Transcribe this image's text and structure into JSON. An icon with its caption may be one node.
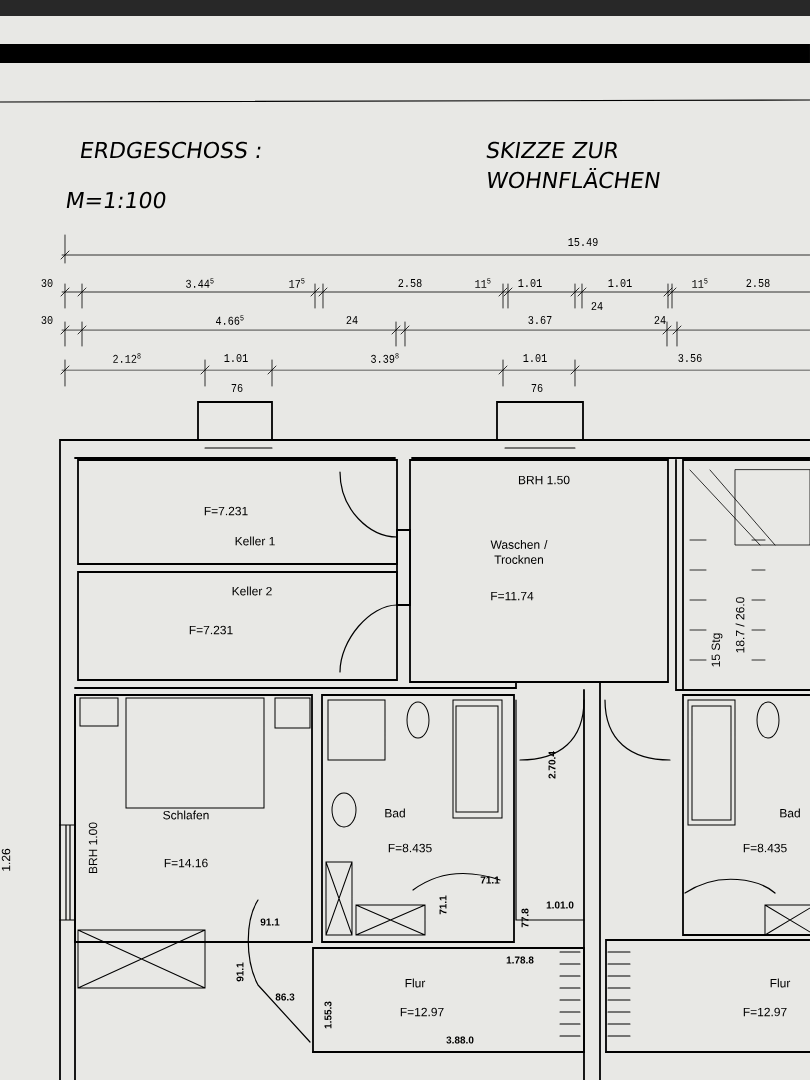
{
  "diagram": {
    "nodes": [
      {
        "text": [
          "F=7.231",
          "Keller 1"
        ]
      },
      {
        "text": [
          "Keller 2",
          "F=7.231"
        ]
      },
      {
        "text": [
          "BRH 1.50",
          "Waschen / Trocknen",
          "F=11.74"
        ]
      },
      {
        "text": [
          "15 Stg",
          "18.7 / 26.0"
        ]
      },
      {
        "text": [
          "Schlafen",
          "F=14.16",
          "BRH 1.00"
        ]
      },
      {
        "text": [
          "Bad",
          "F=8.435"
        ]
      },
      {
        "text": [
          "Flur",
          "F=12.97"
        ]
      },
      {
        "text": [
          "Bad",
          "F=8.435"
        ]
      },
      {
        "text": [
          "Flur",
          "F=12.97"
        ]
      }
    ],
    "edges": [],
    "labels": [
      "ERDGESCHOSS :",
      "SKIZZE ZUR WOHNFLÄCHEN",
      "M=1:100",
      "15.49",
      "30",
      "3.44$^{5}$",
      "17$^{5}$",
      "2.58",
      "11$^{5}$",
      "1.01",
      "1.01",
      "24",
      "11$^{5}$",
      "2.58",
      "30",
      "4.66$^{5}$",
      "24",
      "3.67",
      "24",
      "2.12$^{8}$",
      "1.01",
      "3.39$^{8}$",
      "1.01",
      "3.56",
      "76",
      "76",
      "1.26",
      "2.70.4",
      "91.1",
      "71.1",
      "71.1",
      "1.01.0",
      "77.8",
      "91.1",
      "1.78.8",
      "86.3",
      "1.55.3",
      "3.88.0"
    ]
  }
}
